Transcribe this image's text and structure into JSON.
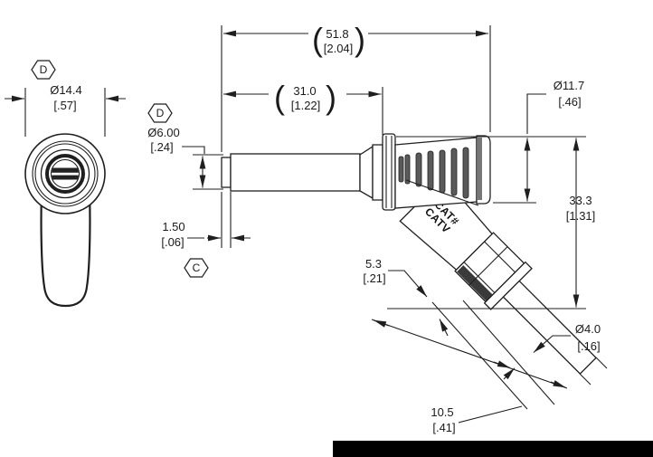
{
  "labels": {
    "overall_len": {
      "paren_open": "(",
      "mm": "51.8",
      "inch": "[2.04]",
      "paren_close": ")"
    },
    "shaft_len": {
      "paren_open": "(",
      "mm": "31.0",
      "inch": "[1.22]",
      "paren_close": ")"
    },
    "body_dia": {
      "mm": "Ø11.7",
      "inch": "[.46]"
    },
    "face_dia": {
      "mm": "Ø14.4",
      "inch": "[.57]"
    },
    "tip_dia": {
      "mm": "Ø6.00",
      "inch": "[.24]"
    },
    "tip_len": {
      "mm": "1.50",
      "inch": "[.06]"
    },
    "overall_height": {
      "mm": "33.3",
      "inch": "[1.31]"
    },
    "boot_section": {
      "mm": "5.3",
      "inch": "[.21]"
    },
    "cable_dia": {
      "mm": "Ø4.0",
      "inch": "[.16]"
    },
    "cable_exit_len": {
      "mm": "10.5",
      "inch": "[.41]"
    }
  },
  "flags": {
    "front_dia_flag": "D",
    "tip_dia_flag": "D",
    "tip_len_flag": "C"
  },
  "marking": {
    "line1": "CAT#",
    "line2": "CATV"
  },
  "colors": {
    "line": "#1f1f1f",
    "slot_fill": "#5a5a5a",
    "edge_band": "#3a3a3a",
    "redaction_bar": "#000000",
    "background": "#ffffff"
  }
}
